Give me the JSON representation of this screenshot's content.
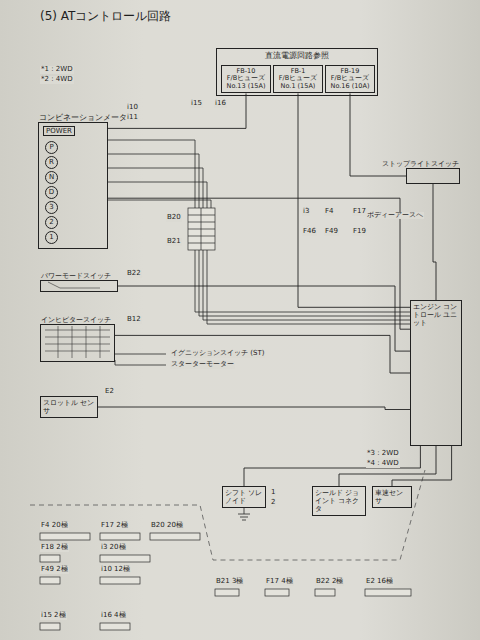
{
  "diagram": {
    "title": "(5) ATコントロール回路",
    "nodes": [
      {
        "text": [
          "直流電源回路参照"
        ]
      },
      {
        "text": [
          "FB-10",
          "F/Bヒューズ No.13 (15A)"
        ],
        "in": 0
      },
      {
        "text": [
          "FB-1",
          "F/Bヒューズ No.1 (15A)"
        ],
        "in": 0
      },
      {
        "text": [
          "FB-19",
          "F/Bヒューズ No.16 (10A)"
        ],
        "in": 0
      },
      {
        "text": [
          "コンビネーションメータ",
          "POWER",
          "P",
          "R",
          "N",
          "D",
          "3",
          "2",
          "1"
        ]
      },
      {
        "text": [
          "パワーモードスイッチ"
        ]
      },
      {
        "text": [
          "インヒビタースイッチ"
        ]
      },
      {
        "text": [
          "スロットル センサ"
        ]
      },
      {
        "text": [
          "ストップライトスイッチ"
        ]
      },
      {
        "text": [
          "エンジン コントロール ユニット"
        ]
      },
      {
        "text": [
          "シフト ソレノイド"
        ]
      },
      {
        "text": [
          "シールド ジョイント コネクタ"
        ]
      },
      {
        "text": [
          "車速センサ"
        ]
      }
    ],
    "edges": [
      {
        "from": 1,
        "to": 4,
        "arrow": "none"
      },
      {
        "from": 2,
        "to": 9,
        "arrow": "none"
      },
      {
        "from": 3,
        "to": 8,
        "arrow": "none"
      },
      {
        "from": 8,
        "to": 9,
        "arrow": "none"
      },
      {
        "from": 4,
        "to": 9,
        "arrow": "none"
      },
      {
        "from": 5,
        "to": 9,
        "arrow": "none"
      },
      {
        "from": 6,
        "to": 9,
        "arrow": "none"
      },
      {
        "from": 7,
        "to": 9,
        "arrow": "none"
      },
      {
        "from": 9,
        "to": 10,
        "arrow": "none"
      },
      {
        "from": 9,
        "to": 11,
        "arrow": "none"
      },
      {
        "from": 9,
        "to": 12,
        "arrow": "none"
      }
    ],
    "labels": [
      "*1 : 2WD",
      "*2 : 4WD",
      "i10",
      "i11",
      "i15",
      "i16",
      "B20",
      "B21",
      "i3",
      "F46",
      "F4",
      "F49",
      "F17",
      "F19",
      "B22",
      "B12",
      "E2",
      "イグニッションスイッチ (ST)",
      "スターターモーター",
      "ボディーアースへ",
      "*3 : 2WD",
      "*4 : 4WD",
      "1",
      "2",
      "F4 20極",
      "F17 2極",
      "B20 20極",
      "F18 2極",
      "i3 20極",
      "F49 2極",
      "i10 12極",
      "B21 3極",
      "F17 4極",
      "B22 2極",
      "E2 16極",
      "i15 2極",
      "i16 4極"
    ]
  }
}
